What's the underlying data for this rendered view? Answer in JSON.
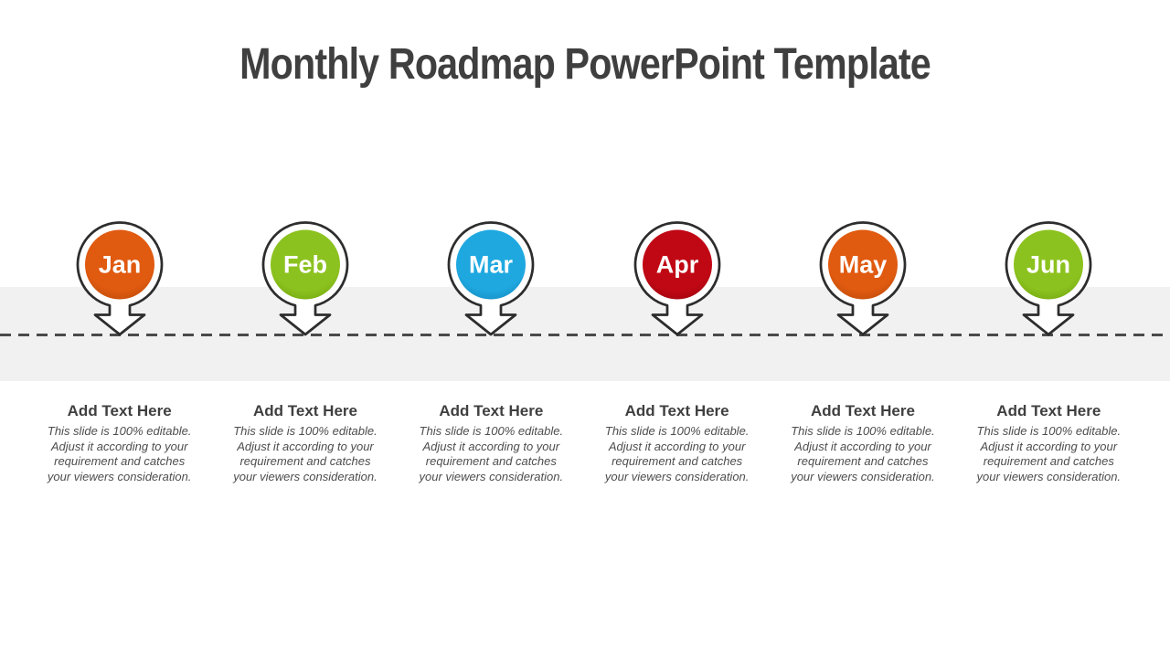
{
  "title": "Monthly Roadmap PowerPoint Template",
  "colors": {
    "title_text": "#3F3F3F",
    "band_background": "#F1F1F1",
    "dash": "#4A4A4A",
    "pin_outline": "#2D2D2D",
    "pin_fill": "#FFFFFF",
    "heading_text": "#3F3F3F",
    "body_text": "#4D4D4D",
    "orange": "#E05A10",
    "green": "#8CC21F",
    "blue": "#1FA8E0",
    "red": "#C00814"
  },
  "months": [
    {
      "label": "Jan",
      "fill": "#E05A10",
      "edge": "#B84A08",
      "heading": "Add Text Here",
      "body": "This slide is 100% editable.\nAdjust it according to your\nrequirement and catches\nyour viewers consideration."
    },
    {
      "label": "Feb",
      "fill": "#8CC21F",
      "edge": "#6FA30C",
      "heading": "Add Text Here",
      "body": "This slide is 100% editable.\nAdjust it according to your\nrequirement and catches\nyour viewers consideration."
    },
    {
      "label": "Mar",
      "fill": "#1FA8E0",
      "edge": "#1488BC",
      "heading": "Add Text Here",
      "body": "This slide is 100% editable.\nAdjust it according to your\nrequirement and catches\nyour viewers consideration."
    },
    {
      "label": "Apr",
      "fill": "#C00814",
      "edge": "#99040E",
      "heading": "Add Text Here",
      "body": "This slide is 100% editable.\nAdjust it according to your\nrequirement and catches\nyour viewers consideration."
    },
    {
      "label": "May",
      "fill": "#E05A10",
      "edge": "#B84A08",
      "heading": "Add Text Here",
      "body": "This slide is 100% editable.\nAdjust it according to your\nrequirement and catches\nyour viewers consideration."
    },
    {
      "label": "Jun",
      "fill": "#8CC21F",
      "edge": "#6FA30C",
      "heading": "Add Text Here",
      "body": "This slide is 100% editable.\nAdjust it according to your\nrequirement and catches\nyour viewers consideration."
    }
  ]
}
